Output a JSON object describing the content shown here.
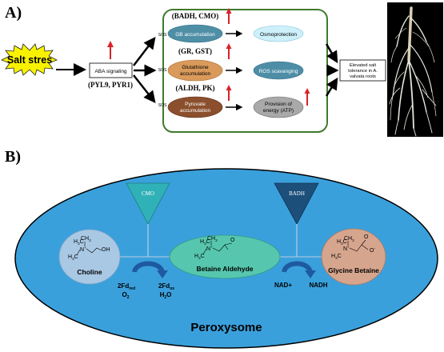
{
  "panel_a": {
    "label": "A)",
    "salt_stress": "Salt stres",
    "aba_box": "ABA signaling",
    "receptors": "(PYL9, PYR1)",
    "sos_label": "SOS",
    "pathways": [
      {
        "genes": "(BADH, CMO)",
        "node": "GB accumulation",
        "outcome": "Osmoprotection"
      },
      {
        "genes": "(GR, GST)",
        "node_line1": "Glutathione",
        "node_line2": "accumulation",
        "outcome": "ROS scavanging"
      },
      {
        "genes": "(ALDH, PK)",
        "node_line1": "Pyruvate",
        "node_line2": "accumulation",
        "outcome_line1": "Provision of",
        "outcome_line2": "energy (ATP)"
      }
    ],
    "result_line1": "Elevated salt",
    "result_line2": "tolerance in A.",
    "result_line3": "valvata roots"
  },
  "panel_b": {
    "label": "B)",
    "enzyme1": "CMO",
    "enzyme2": "BADH",
    "choline": "Choline",
    "betaine_aldehyde": "Betaine Aldehyde",
    "glycine_betaine": "Glycine Betaine",
    "fd_red": "2Fd",
    "fd_red_sub": "red",
    "o2": "O",
    "o2_sub": "2",
    "fd_ox": "2Fd",
    "fd_ox_sub": "ox",
    "h2o_h": "H",
    "h2o_sub": "2",
    "h2o_o": "O",
    "nad": "NAD+",
    "nadh": "NADH",
    "compartment": "Peroxysome",
    "chem": {
      "h3c": "H",
      "three": "3",
      "c": "C",
      "ch3": "CH",
      "nplus": "N",
      "plus": "+",
      "oh": "OH",
      "o": "O",
      "ominus": "O",
      "minus": "-"
    }
  },
  "colors": {
    "green_frame": "#3f7a2e",
    "gb_node": "#4f8fa6",
    "glutathione_node": "#d99a5b",
    "pyruvate_node": "#8b4f2e",
    "osmo_node": "#cdf0fb",
    "ros_node": "#4d8ea6",
    "energy_node": "#a9a9a9",
    "peroxysome_fill": "#3aa0dc",
    "choline_fill": "#a9c8e4",
    "aldehyde_fill": "#56c7ae",
    "glycine_fill": "#d6a58d",
    "cmo_triangle": "#30b1b7",
    "badh_triangle": "#1d4f7b",
    "red_arrow": "#d8232a",
    "star_fill": "#f8f200"
  }
}
